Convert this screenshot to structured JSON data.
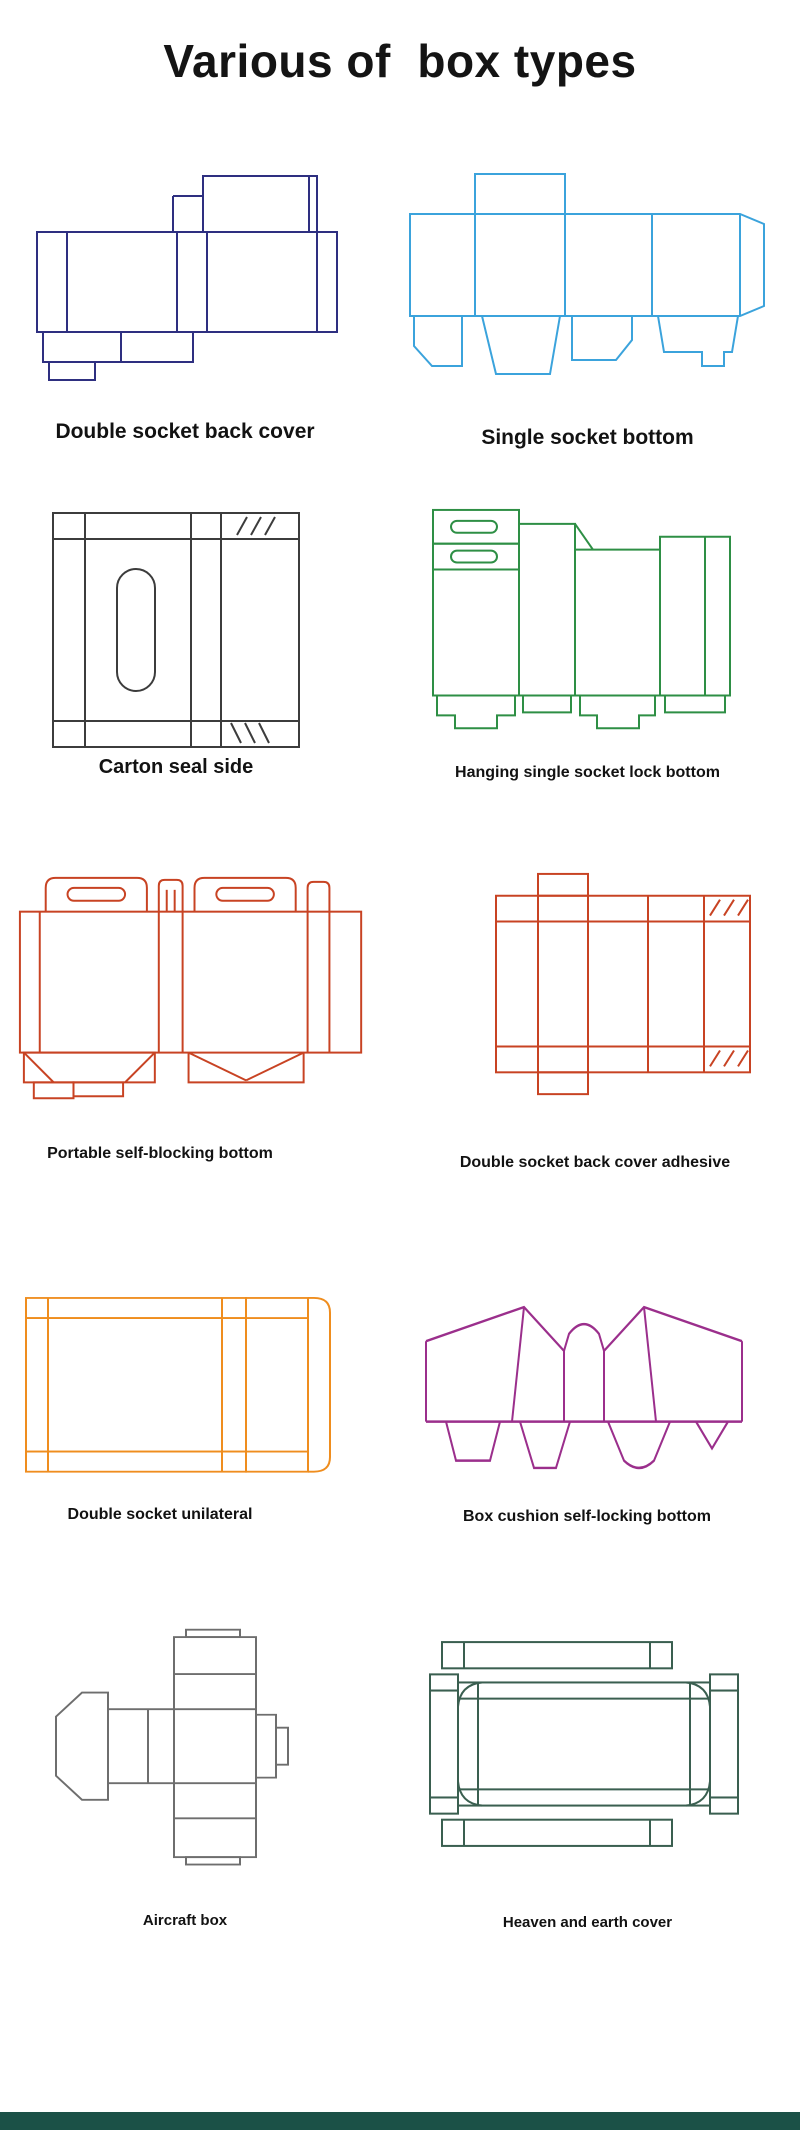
{
  "page": {
    "title": "Various of  box types",
    "background": "#ffffff",
    "footer_color": "#1b5147"
  },
  "items": [
    {
      "label": "Double socket back cover",
      "color": "#2e2f80",
      "icon": "dieline-double-socket-back-cover"
    },
    {
      "label": "Single socket bottom",
      "color": "#3ba3dc",
      "icon": "dieline-single-socket-bottom"
    },
    {
      "label": "Carton seal side",
      "color": "#3c3c3c",
      "icon": "dieline-carton-seal-side"
    },
    {
      "label": "Hanging single socket lock bottom",
      "color": "#2e8f45",
      "icon": "dieline-hanging-single-socket-lock-bottom"
    },
    {
      "label": "Portable self-blocking bottom",
      "color": "#c84323",
      "icon": "dieline-portable-self-blocking-bottom"
    },
    {
      "label": "Double socket back cover adhesive",
      "color": "#c84323",
      "icon": "dieline-double-socket-back-cover-adhesive"
    },
    {
      "label": "Double socket unilateral",
      "color": "#ef8d1e",
      "icon": "dieline-double-socket-unilateral"
    },
    {
      "label": "Box cushion self-locking bottom",
      "color": "#9b2f8c",
      "icon": "dieline-box-cushion-self-locking-bottom"
    },
    {
      "label": "Aircraft box",
      "color": "#6e6e6e",
      "icon": "dieline-aircraft-box"
    },
    {
      "label": "Heaven and earth cover",
      "color": "#3a5f50",
      "icon": "dieline-heaven-and-earth-cover"
    }
  ]
}
